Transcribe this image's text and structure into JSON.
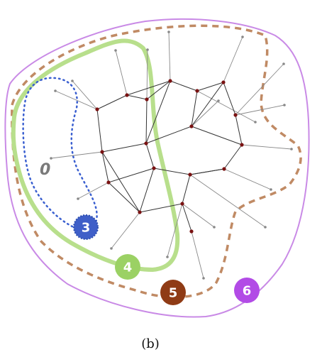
{
  "caption": "(b)",
  "origin_label": "0",
  "colors": {
    "boundary_3": "#3a5fd0",
    "boundary_4": "#b8df8c",
    "boundary_5": "#c08a64",
    "boundary_6": "#c98ae6",
    "badge_3": "#3f5fc8",
    "badge_4": "#9bd164",
    "badge_5": "#8f3b15",
    "badge_6": "#b24be6",
    "edge": "#333333",
    "spoke": "#888888",
    "node": "#7a1212",
    "leaf": "#888888",
    "origin": "#7a7a7a"
  },
  "badges": [
    {
      "label": "3",
      "color_key": "badge_3"
    },
    {
      "label": "4",
      "color_key": "badge_4"
    },
    {
      "label": "5",
      "color_key": "badge_5"
    },
    {
      "label": "6",
      "color_key": "badge_6"
    }
  ]
}
